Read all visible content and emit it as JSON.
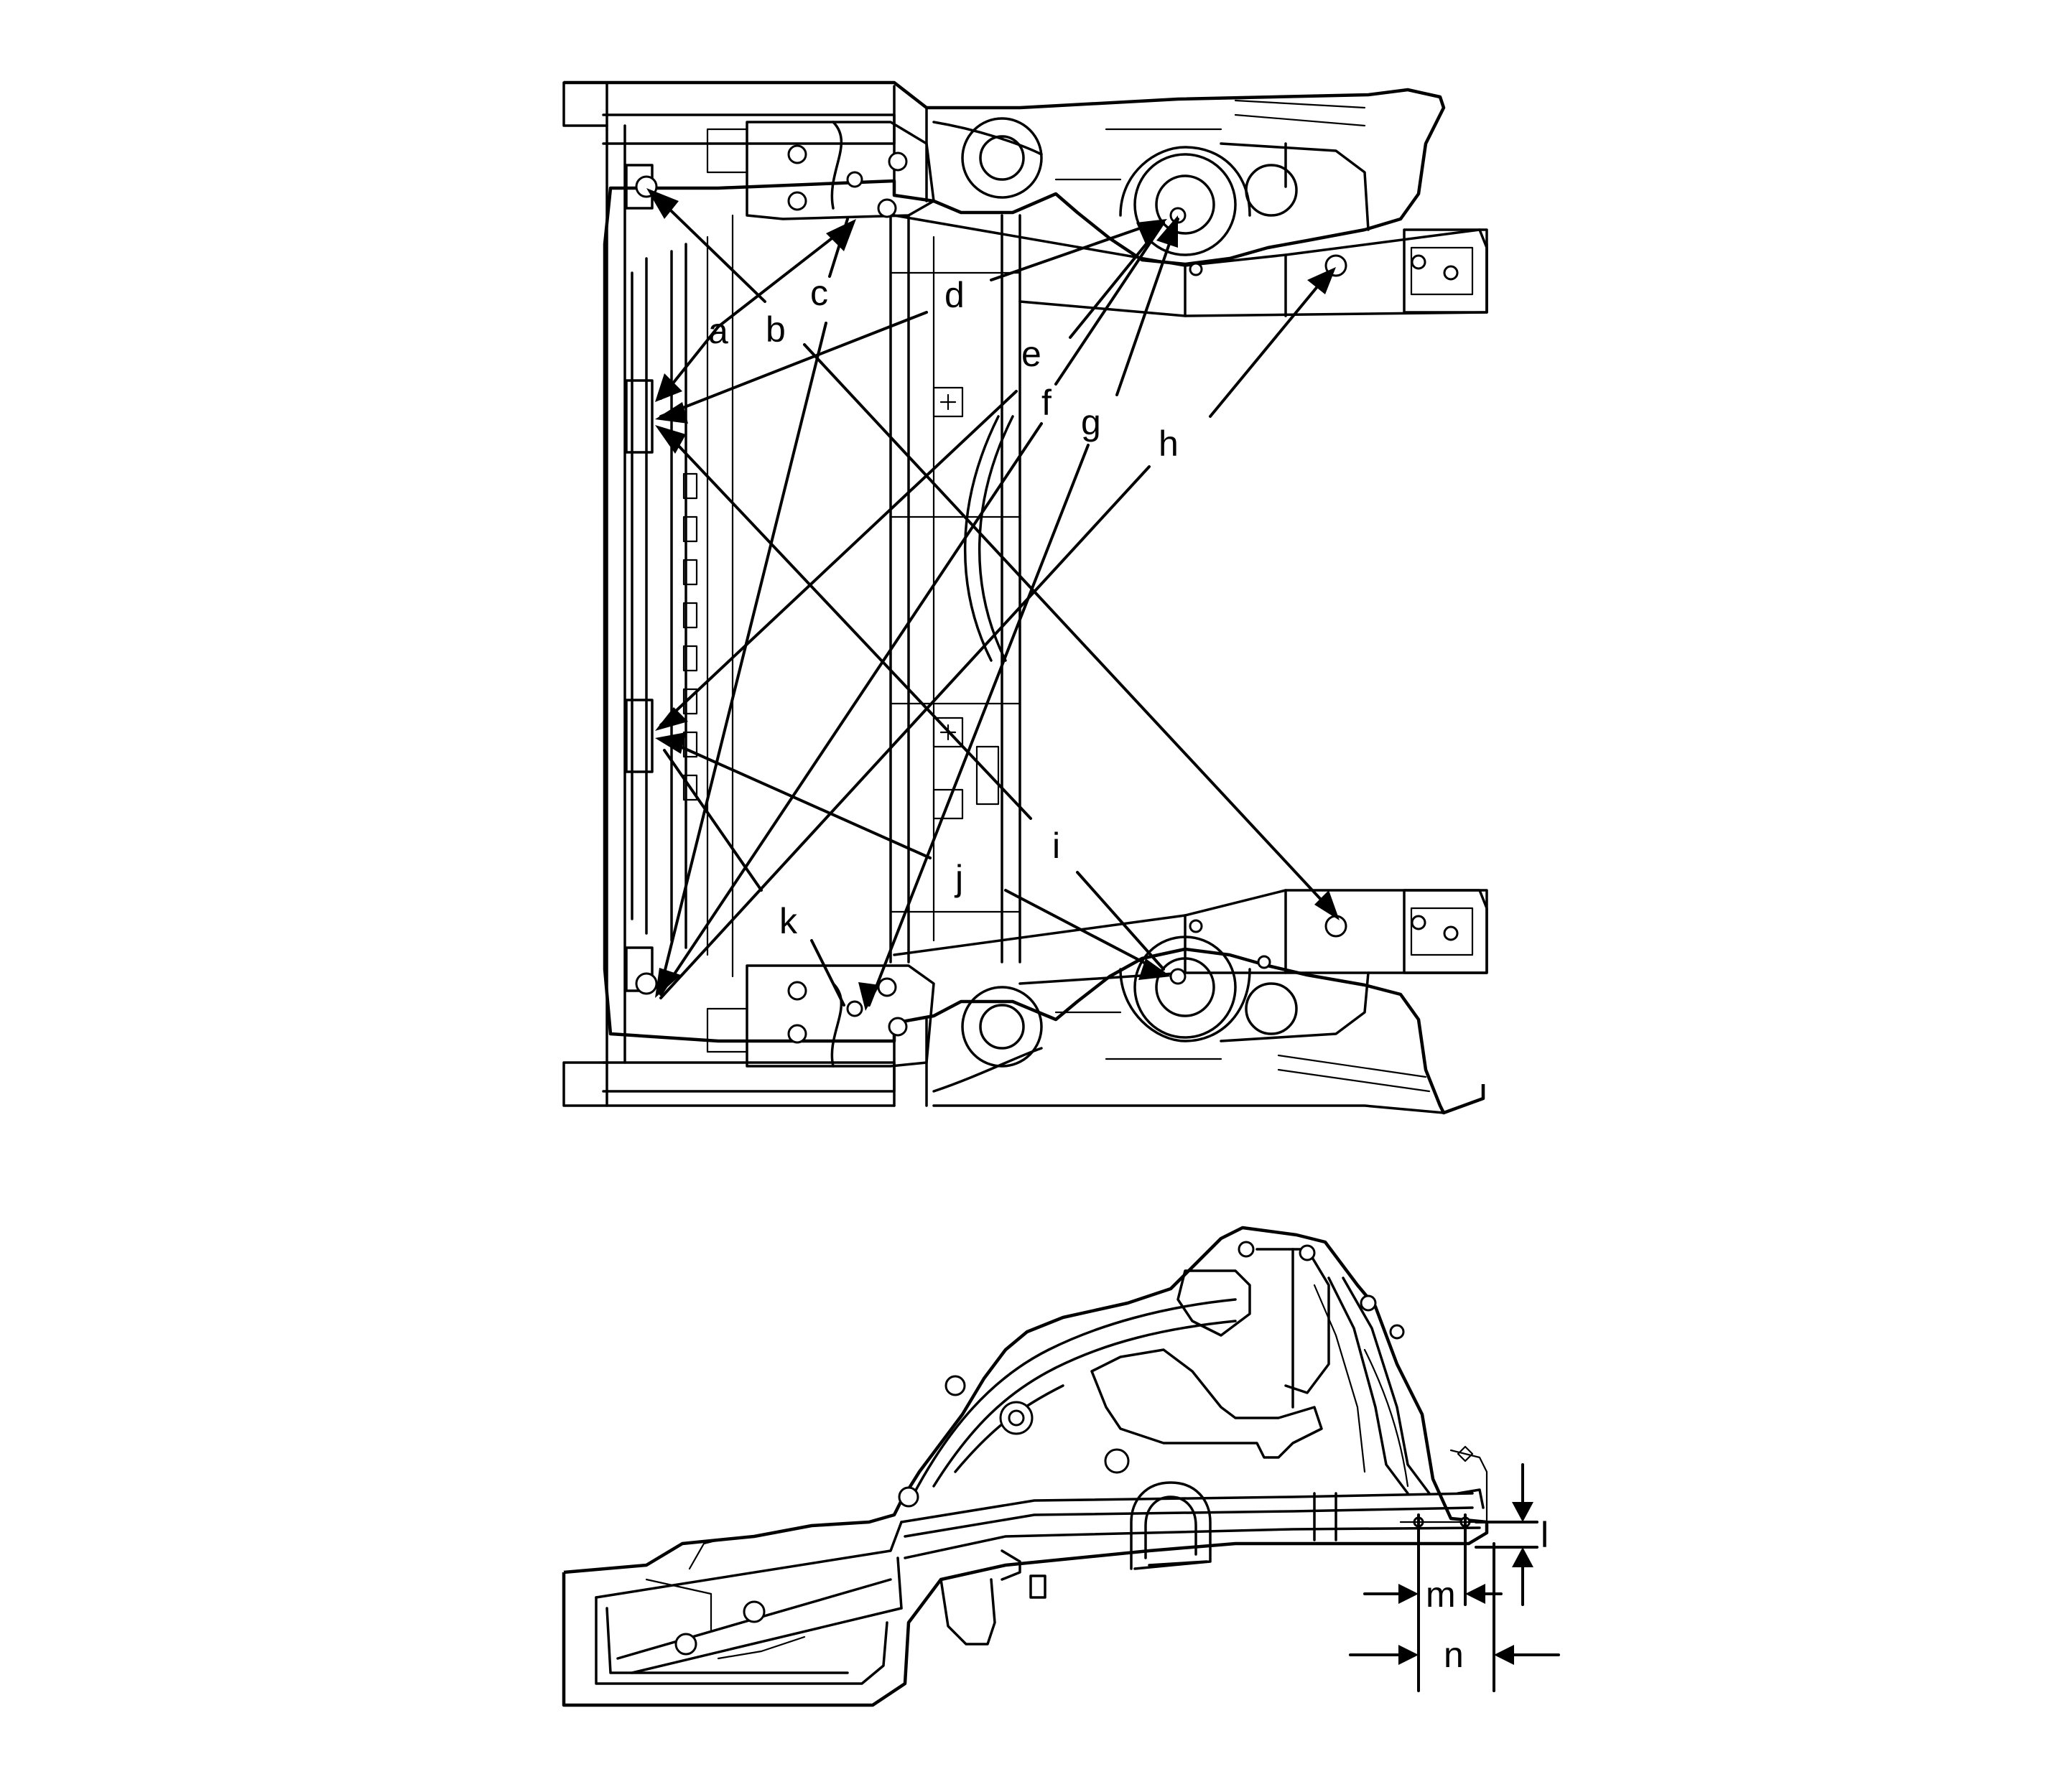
{
  "callouts": {
    "a": "a",
    "b": "b",
    "c": "c",
    "d": "d",
    "e": "e",
    "f": "f",
    "g": "g",
    "h": "h",
    "i": "i",
    "j": "j",
    "k": "k",
    "l": "l",
    "m": "m",
    "n": "n"
  },
  "colors": {
    "ink": "#000000",
    "paper": "#ffffff"
  }
}
